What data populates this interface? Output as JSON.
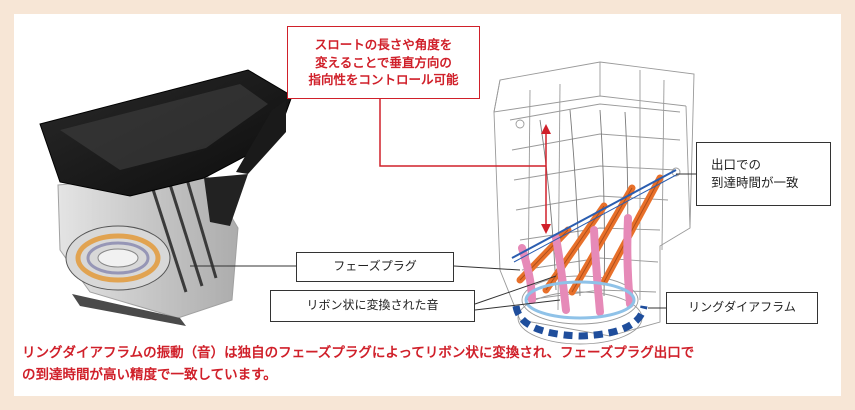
{
  "callouts": {
    "throat_note": {
      "line1": "スロートの長さや角度を",
      "line2": "変えることで垂直方向の",
      "line3": "指向性をコントロール可能"
    },
    "exit_note": {
      "line1": "出口での",
      "line2": "到達時間が一致"
    },
    "phase_plug": "フェーズプラグ",
    "ribbon_sound": "リボン状に変換された音",
    "ring_diaphragm": "リングダイアフラム"
  },
  "caption": {
    "line1": "リングダイアフラムの振動（音）は独自のフェーズプラグによってリボン状に変換され、フェーズプラグ出口で",
    "line2": "の到達時間が高い精度で一致しています。"
  },
  "colors": {
    "accent_red": "#d0202a",
    "ribbon_orange": "#e8702a",
    "ribbon_pink": "#e68ab8",
    "diaphragm_blue": "#1f4e9c",
    "exit_line_blue": "#2a5db0"
  }
}
